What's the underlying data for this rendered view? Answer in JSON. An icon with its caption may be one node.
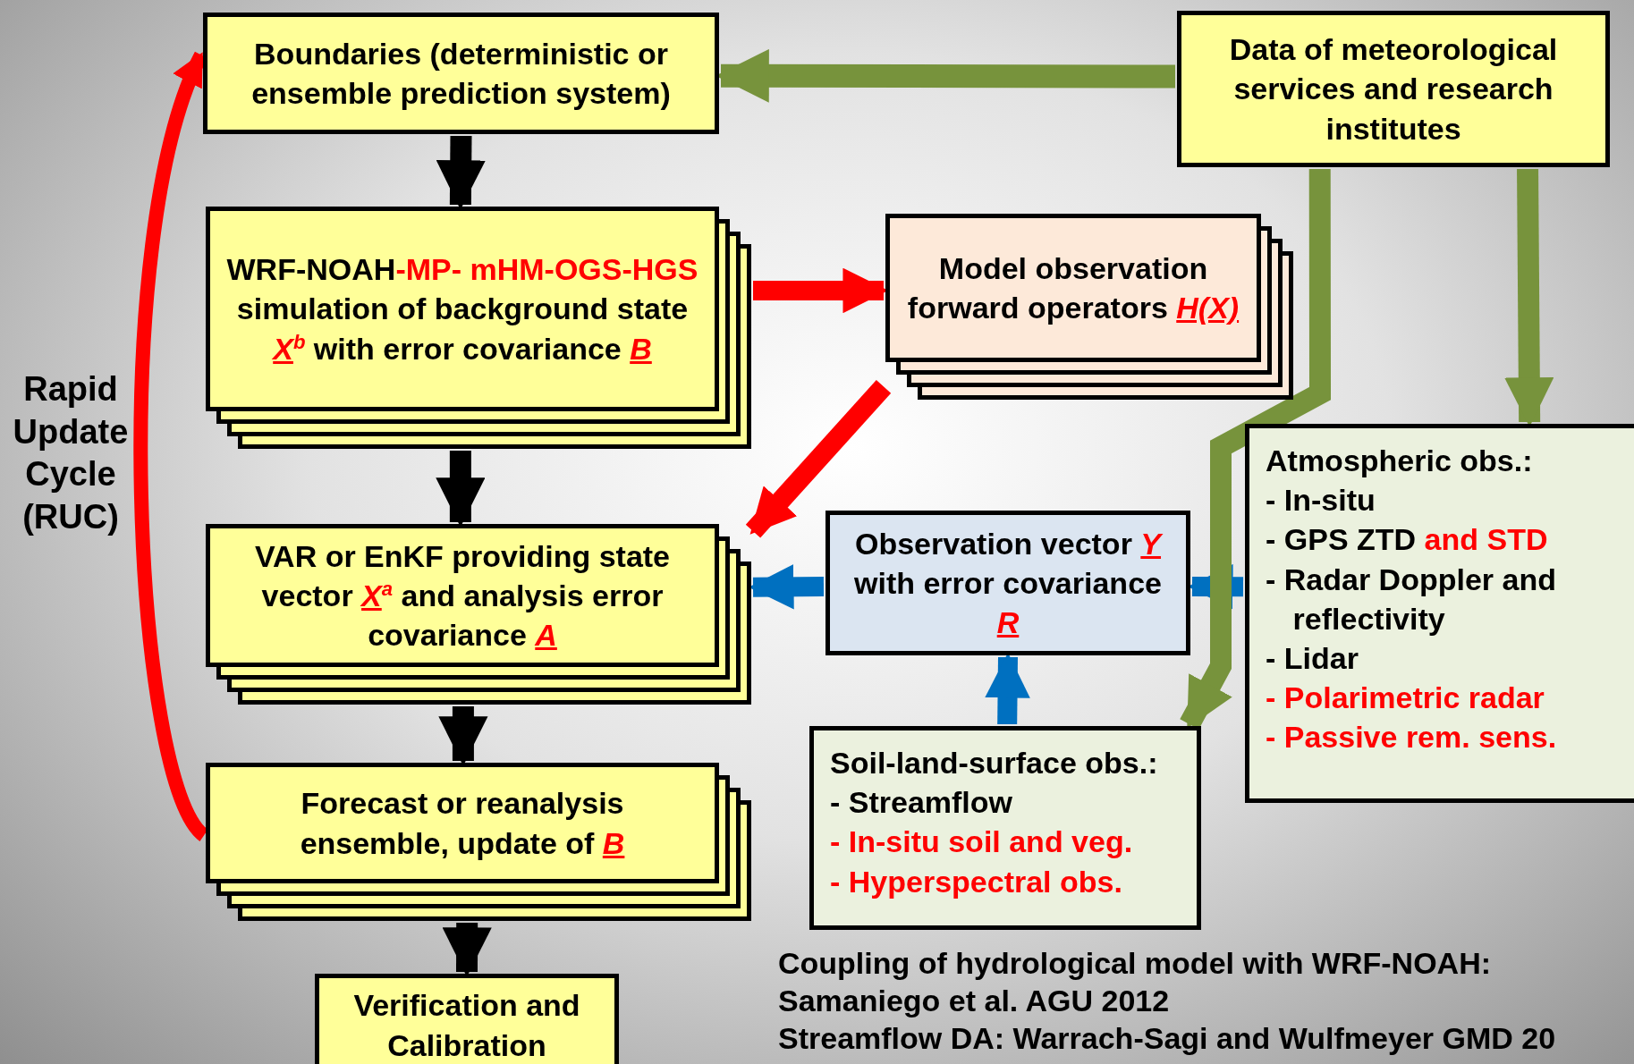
{
  "diagram": {
    "nodes": [
      {
        "text": [
          "Boundaries (deterministic or ensemble prediction system)"
        ]
      },
      {
        "text": [
          "Data of meteorological services and research institutes"
        ]
      },
      {
        "text": [
          "WRF-NOAH**-MP- mHM-OGS-HGS** simulation of background state *X*$^{b}$ with error covariance *B*"
        ]
      },
      {
        "text": [
          "Model observation forward operators *H(X)*"
        ]
      },
      {
        "text": [
          "VAR or EnKF providing state vector *X*$^{a}$ and analysis error covariance *A*"
        ]
      },
      {
        "text": [
          "Observation vector *Y* with error covariance *R*"
        ]
      },
      {
        "text": [
          "Atmospheric obs.:",
          "- In-situ",
          "- GPS ZTD **and STD**",
          "- Radar Doppler and reflectivity",
          "- Lidar",
          "**- Polarimetric radar**",
          "**- Passive rem. sens.**"
        ]
      },
      {
        "text": [
          "Forecast or reanalysis ensemble, update of *B*"
        ]
      },
      {
        "text": [
          "Soil-land-surface obs.:",
          "- Streamflow",
          "**- In-situ soil and veg.**",
          "**- Hyperspectral obs.**"
        ]
      },
      {
        "text": [
          "Verification and Calibration"
        ]
      }
    ],
    "edges": [
      {
        "from": 1,
        "to": 0,
        "arrow": "to",
        "color": "#77933c"
      },
      {
        "from": 0,
        "to": 2,
        "arrow": "to",
        "color": "#000000"
      },
      {
        "from": 2,
        "to": 3,
        "arrow": "to",
        "color": "#ff0000"
      },
      {
        "from": 3,
        "to": 4,
        "arrow": "to",
        "color": "#ff0000"
      },
      {
        "from": 2,
        "to": 4,
        "arrow": "to",
        "color": "#000000"
      },
      {
        "from": 5,
        "to": 4,
        "arrow": "to",
        "color": "#0070c0"
      },
      {
        "from": 6,
        "to": 5,
        "arrow": "to",
        "color": "#0070c0"
      },
      {
        "from": 1,
        "to": 6,
        "arrow": "to",
        "color": "#77933c"
      },
      {
        "from": 1,
        "to": 8,
        "arrow": "to",
        "color": "#77933c"
      },
      {
        "from": 8,
        "to": 5,
        "arrow": "to",
        "color": "#0070c0"
      },
      {
        "from": 4,
        "to": 7,
        "arrow": "to",
        "color": "#000000"
      },
      {
        "from": 7,
        "to": 9,
        "arrow": "to",
        "color": "#000000"
      },
      {
        "from": 7,
        "to": 0,
        "arrow": "to",
        "color": "#ff0000"
      }
    ],
    "labels": [
      "Rapid Update Cycle (RUC)",
      "Coupling of hydrological model with WRF-NOAH:",
      "Samaniego et al. AGU 2012",
      "Streamflow DA: Warrach-Sagi and Wulfmeyer GMD 20"
    ]
  }
}
